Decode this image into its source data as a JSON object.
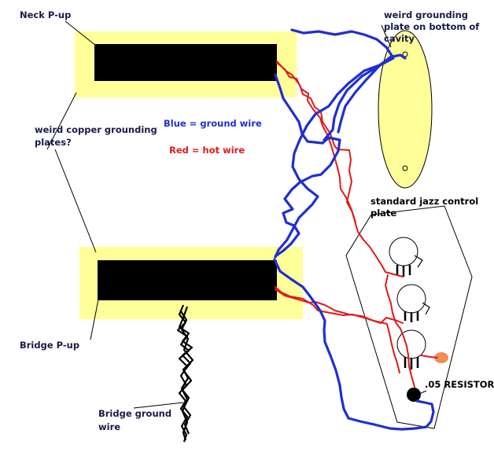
{
  "labels": {
    "neck_pickup": "Neck P-up",
    "grounding_plate": [
      "weird grounding",
      "plate on bottom of",
      "cavity"
    ],
    "copper_plates": [
      "weird copper grounding",
      "plates?"
    ],
    "legend_blue": "Blue = ground wire",
    "legend_red": "Red = hot wire",
    "control_plate": [
      "standard jazz control",
      "plate"
    ],
    "resistor": ".05 RESISTOR",
    "bridge_pickup": "Bridge P-up",
    "bridge_ground": [
      "Bridge ground",
      "wire"
    ]
  },
  "colors": {
    "plate_fill": "#ffff99",
    "pickup_core": "#000000",
    "ground_wire": "#1f2fd0",
    "hot_wire": "#e01a1a",
    "resistor": "#f08c5a",
    "text": "#1a1a4a"
  }
}
